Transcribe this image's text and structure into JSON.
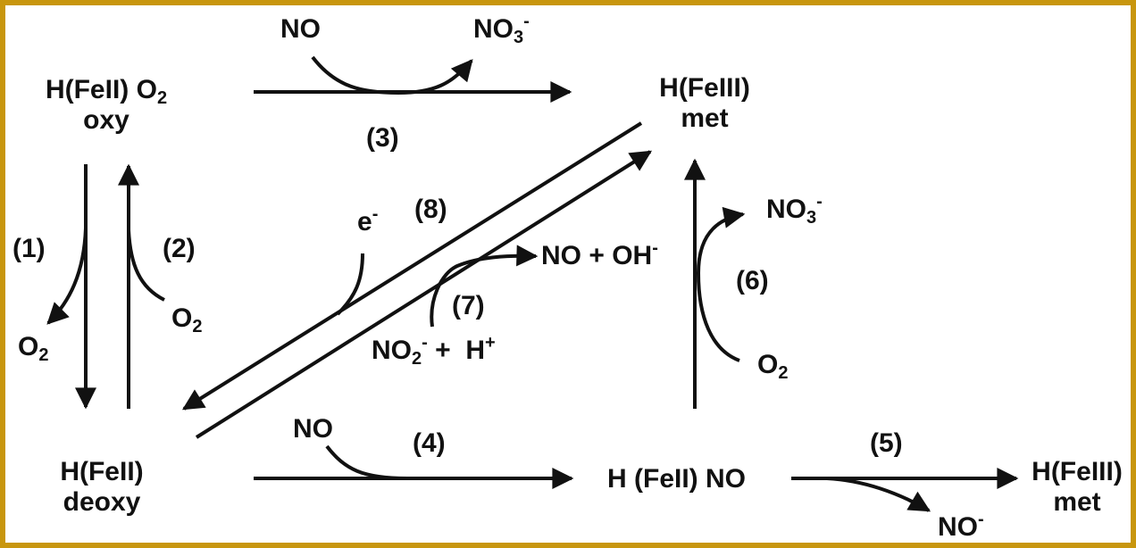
{
  "colors": {
    "frame": "#c8960e",
    "ink": "#111111",
    "background": "#ffffff"
  },
  "species": {
    "oxy": {
      "line1_main": "H(FeII) O",
      "line1_sub": "2",
      "line2": "oxy"
    },
    "met_top": {
      "line1": "H(FeIII)",
      "line2": "met"
    },
    "deoxy": {
      "line1": "H(FeII)",
      "line2": "deoxy"
    },
    "nitrosyl": {
      "text": "H (FeII) NO"
    },
    "met_right": {
      "line1": "H(FeIII)",
      "line2": "met"
    }
  },
  "reactions": [
    {
      "id": "1",
      "label": "(1)"
    },
    {
      "id": "2",
      "label": "(2)"
    },
    {
      "id": "3",
      "label": "(3)"
    },
    {
      "id": "4",
      "label": "(4)"
    },
    {
      "id": "5",
      "label": "(5)"
    },
    {
      "id": "6",
      "label": "(6)"
    },
    {
      "id": "7",
      "label": "(7)"
    },
    {
      "id": "8",
      "label": "(8)"
    }
  ],
  "reagents": {
    "r1_o2": {
      "main": "O",
      "sub": "2"
    },
    "r2_o2": {
      "main": "O",
      "sub": "2"
    },
    "r3_no": {
      "main": "NO"
    },
    "r3_no3": {
      "main": "NO",
      "sub": "3",
      "sup": "-"
    },
    "r4_no": {
      "main": "NO"
    },
    "r5_nominus": {
      "main": "NO",
      "sup": "-"
    },
    "r6_no3": {
      "main": "NO",
      "sub": "3",
      "sup": "-"
    },
    "r6_o2": {
      "main": "O",
      "sub": "2"
    },
    "r7_product": {
      "main": "NO + OH",
      "sup": "-"
    },
    "r7_nitrite": {
      "main": "NO",
      "sub": "2",
      "sup": "-",
      "tail": " +  H",
      "tail_sup": "+"
    },
    "r8_electron": {
      "main": "e",
      "sup": "-"
    }
  }
}
